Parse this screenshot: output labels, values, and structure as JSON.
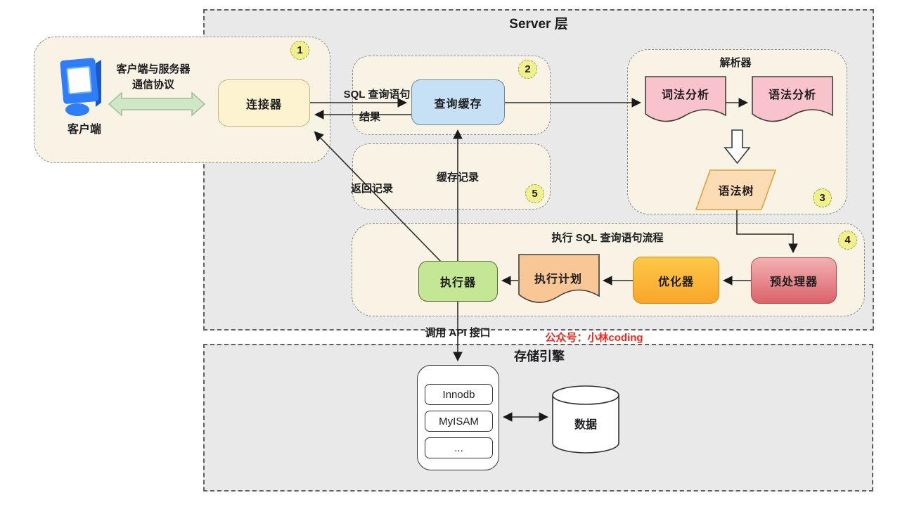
{
  "server_layer": {
    "title": "Server 层"
  },
  "storage_layer": {
    "title": "存储引擎"
  },
  "client": {
    "label": "客户端",
    "protocol_line1": "客户端与服务器",
    "protocol_line2": "通信协议"
  },
  "badges": {
    "n1": "1",
    "n2": "2",
    "n3": "3",
    "n4": "4",
    "n5": "5"
  },
  "nodes": {
    "connector": "连接器",
    "query_cache": "查询缓存",
    "parser_title": "解析器",
    "lexical": "词法分析",
    "syntax": "语法分析",
    "syntax_tree": "语法树",
    "exec_flow_title": "执行 SQL 查询语句流程",
    "executor": "执行器",
    "exec_plan": "执行计划",
    "optimizer": "优化器",
    "preprocessor": "预处理器"
  },
  "edges": {
    "sql_query": "SQL 查询语句",
    "result": "结果",
    "cache_record": "缓存记录",
    "return_record": "返回记录",
    "call_api": "调用 API 接口"
  },
  "storage": {
    "engines": [
      "Innodb",
      "MyISAM",
      "..."
    ],
    "data_label": "数据"
  },
  "watermark": "公众号：小林coding",
  "colors": {
    "server_bg": "#e9e9ea",
    "region_bg": "#f8f3e4",
    "badge_yellow": "#f2f08c",
    "connector": "#fdf3d0",
    "query_cache": "#c6e1f6",
    "analysis_doc": "#f8c3ca",
    "syntax_tree": "#fcdcb4",
    "executor": "#c3e794",
    "exec_plan": "#f9c795",
    "optimizer_top": "#fec848",
    "optimizer_bottom": "#f9a62a",
    "preprocessor_top": "#f2b1b1",
    "preprocessor_bottom": "#db626b",
    "green_arrow": "#cfe7c6",
    "watermark_red": "#fb241b"
  }
}
